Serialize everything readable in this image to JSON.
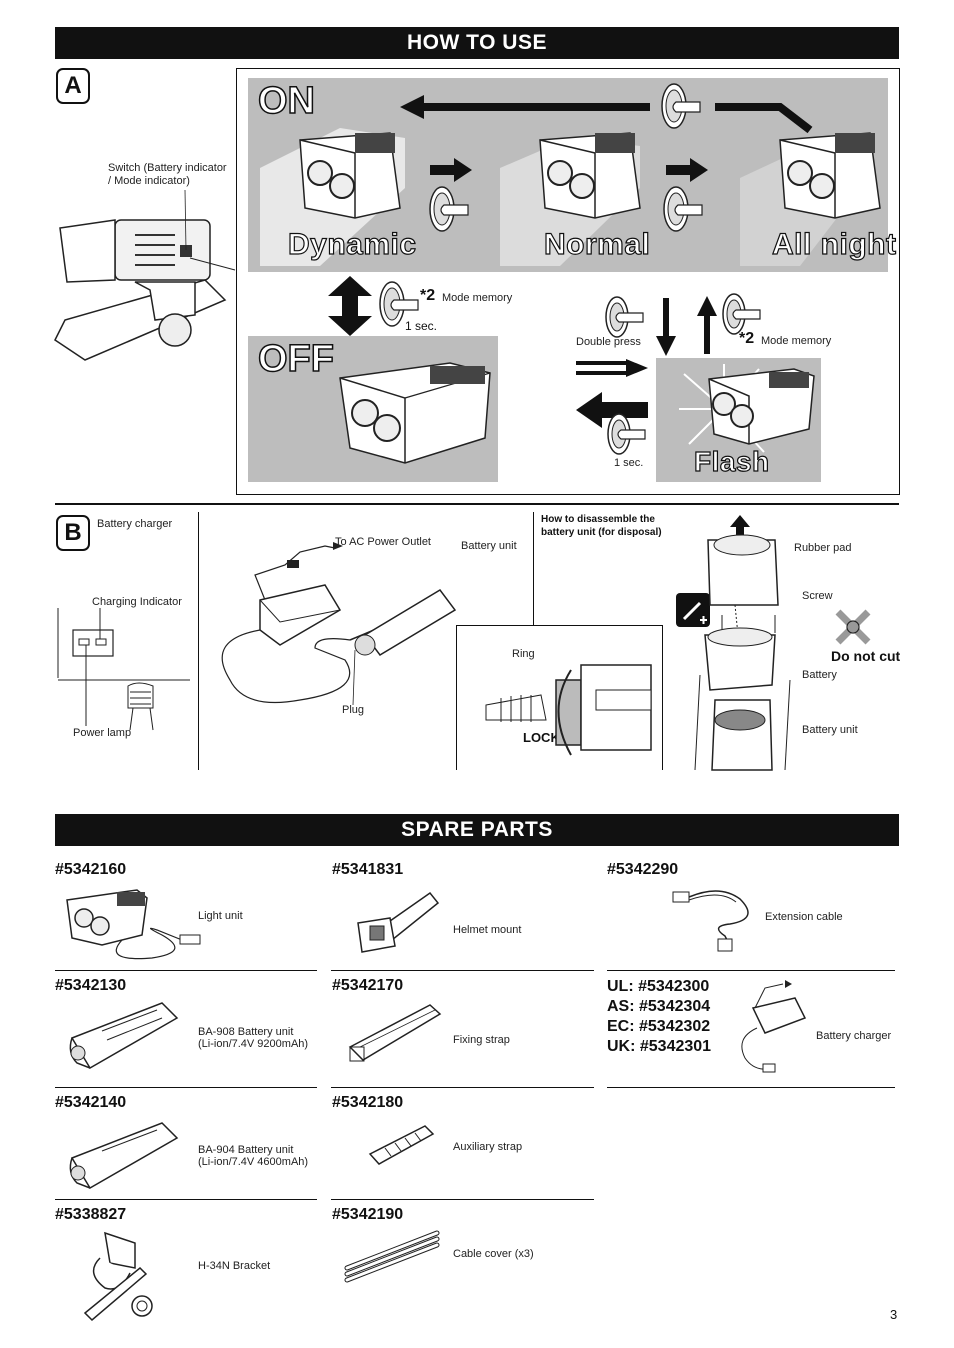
{
  "how_to_use": {
    "title": "HOW TO USE",
    "section_a": {
      "letter": "A",
      "switch_label_1": "Switch (Battery indicator",
      "switch_label_2": "/ Mode indicator)",
      "on": "ON",
      "off": "OFF",
      "modes": [
        "Dynamic",
        "Normal",
        "All night"
      ],
      "flash": "Flash",
      "mode_memory_mark": "*2",
      "mode_memory": "Mode memory",
      "one_sec": "1 sec.",
      "double_press": "Double press",
      "one_sec_small": "1 sec."
    },
    "section_b": {
      "letter": "B",
      "battery_charger": "Battery charger",
      "charging_indicator": "Charging Indicator",
      "power_lamp": "Power lamp",
      "to_ac": "To AC Power Outlet",
      "battery_unit": "Battery unit",
      "plug": "Plug",
      "ring": "Ring",
      "lock": "LOCK",
      "disassemble_1": "How to disassemble the",
      "disassemble_2": "battery unit (for disposal)",
      "rubber_pad": "Rubber pad",
      "screw": "Screw",
      "do_not_cut": "Do not cut",
      "battery": "Battery",
      "battery_unit_2": "Battery unit"
    }
  },
  "spare_parts": {
    "title": "SPARE PARTS",
    "items": [
      {
        "pn": "#5342160",
        "desc1": "Light unit",
        "desc2": ""
      },
      {
        "pn": "#5341831",
        "desc1": "Helmet mount",
        "desc2": ""
      },
      {
        "pn": "#5342290",
        "desc1": "Extension cable",
        "desc2": ""
      },
      {
        "pn": "#5342130",
        "desc1": "BA-908 Battery unit",
        "desc2": "(Li-ion/7.4V 9200mAh)"
      },
      {
        "pn": "#5342170",
        "desc1": "Fixing strap",
        "desc2": ""
      },
      {
        "pn": "UL: #5342300",
        "pn2": "AS: #5342304",
        "pn3": "EC: #5342302",
        "pn4": "UK: #5342301",
        "desc1": "Battery charger",
        "desc2": ""
      },
      {
        "pn": "#5342140",
        "desc1": "BA-904 Battery unit",
        "desc2": "(Li-ion/7.4V 4600mAh)"
      },
      {
        "pn": "#5342180",
        "desc1": "Auxiliary strap",
        "desc2": ""
      },
      {
        "pn": "#5338827",
        "desc1": "H-34N Bracket",
        "desc2": ""
      },
      {
        "pn": "#5342190",
        "desc1": "Cable cover (x3)",
        "desc2": ""
      }
    ]
  },
  "page_number": "3"
}
